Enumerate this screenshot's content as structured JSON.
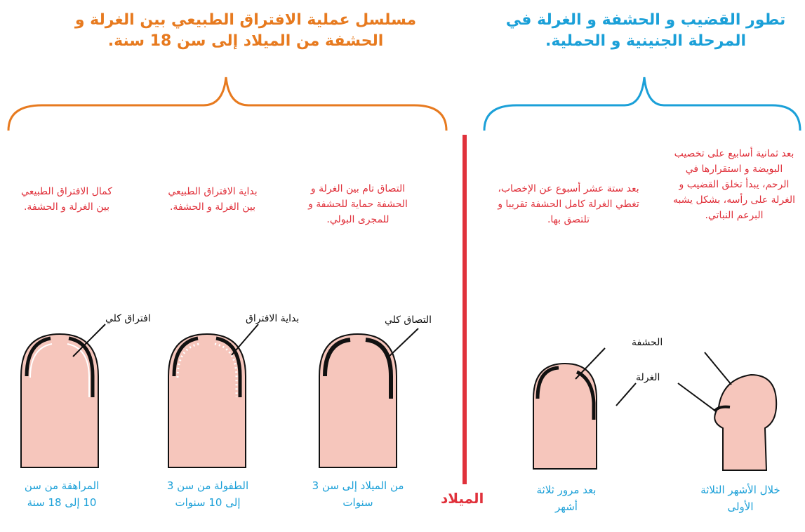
{
  "titles": {
    "left": "مسلسل عملية الافتراق الطبيعي بين الغرلة و الحشفة من الميلاد إلى سن 18 سنة.",
    "right": "تطور القضيب و الحشفة و الغرلة في المرحلة الجنينية و الحملية."
  },
  "birth_label": "الميلاد",
  "stages": [
    {
      "description": "كمال الافتراق الطبيعي بين الغرلة و الحشفة.",
      "label": "افتراق كلي",
      "age": "المراهقة من سن 10 إلى 18 سنة"
    },
    {
      "description": "بداية الافتراق الطبيعي بين الغرلة و الحشفة.",
      "label": "بداية الافتراق",
      "age": "الطفولة من سن 3 إلى 10 سنوات"
    },
    {
      "description": "التصاق تام بين الغرلة و الحشفة حماية للحشفة و للمجرى البولي.",
      "label": "التصاق كلي",
      "age": "من الميلاد إلى سن 3 سنوات"
    },
    {
      "description": "بعد ستة عشر أسبوع عن الإخصاب، تغطي الغرلة كامل الحشفة تقريبا و تلتصق بها.",
      "age": "بعد مرور ثلاثة أشهر"
    },
    {
      "description": "بعد ثمانية أسابيع على تخصيب البويضة و استقرارها في الرحم، يبدأ تخلق القضيب و الغرلة على رأسه، بشكل يشبه البرعم النباتي.",
      "age": "خلال الأشهر الثلاثة الأولى"
    }
  ],
  "anatomy_labels": {
    "glans": "الحشفة",
    "foreskin": "الغرلة"
  },
  "colors": {
    "orange": "#e77a1f",
    "blue": "#1ba0d8",
    "red": "#e0313b",
    "skin": "#f6c6bc",
    "outline": "#111111"
  }
}
